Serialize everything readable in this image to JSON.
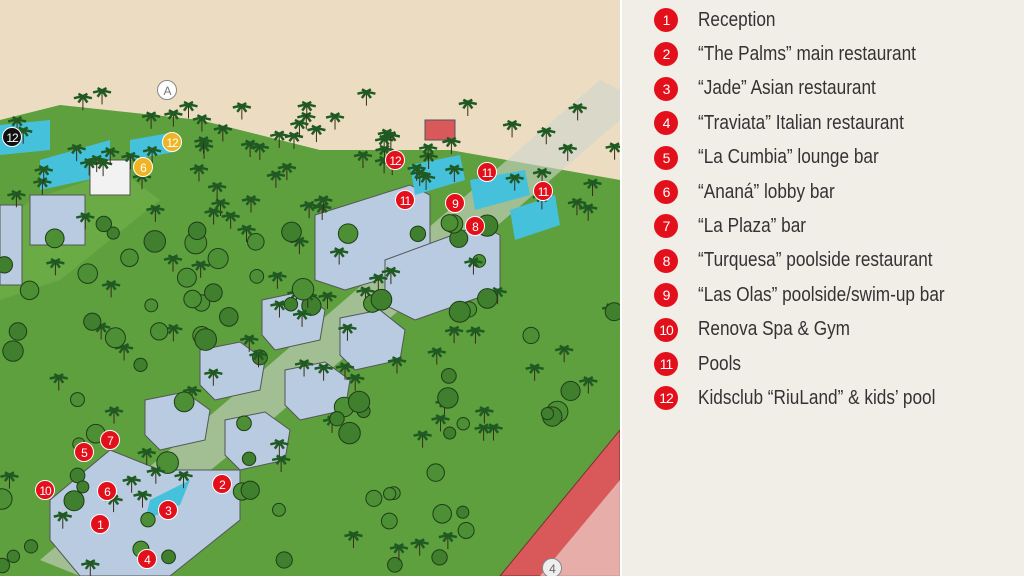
{
  "legend": [
    {
      "num": "1",
      "label": "Reception"
    },
    {
      "num": "2",
      "label": "“The Palms” main restaurant"
    },
    {
      "num": "3",
      "label": "“Jade” Asian restaurant"
    },
    {
      "num": "4",
      "label": "“Traviata” Italian restaurant"
    },
    {
      "num": "5",
      "label": "“La Cumbia” lounge bar"
    },
    {
      "num": "6",
      "label": "“Ananá” lobby bar"
    },
    {
      "num": "7",
      "label": "“La Plaza” bar"
    },
    {
      "num": "8",
      "label": "“Turquesa” poolside restaurant"
    },
    {
      "num": "9",
      "label": "“Las Olas” poolside/swim-up bar"
    },
    {
      "num": "10",
      "label": "Renova Spa & Gym"
    },
    {
      "num": "11",
      "label": "Pools"
    },
    {
      "num": "12",
      "label": "Kidsclub “RiuLand” & kids’ pool"
    }
  ],
  "map_markers": {
    "a": "A",
    "k12": "12",
    "y12": "12",
    "y6": "6",
    "r12": "12",
    "r11a": "11",
    "r11b": "11",
    "r11c": "11",
    "r9": "9",
    "r8": "8",
    "r7": "7",
    "r5": "5",
    "r10": "10",
    "r6": "6",
    "r2": "2",
    "r3": "3",
    "r1": "1",
    "r4": "4",
    "g4": "4"
  },
  "colors": {
    "marker": "#e3101b",
    "grass": "#5a9e3c",
    "sand": "#ecdcc2",
    "pool": "#46c1dc",
    "roof": "#b8cbe0",
    "hotel_roof": "#d9595a"
  }
}
